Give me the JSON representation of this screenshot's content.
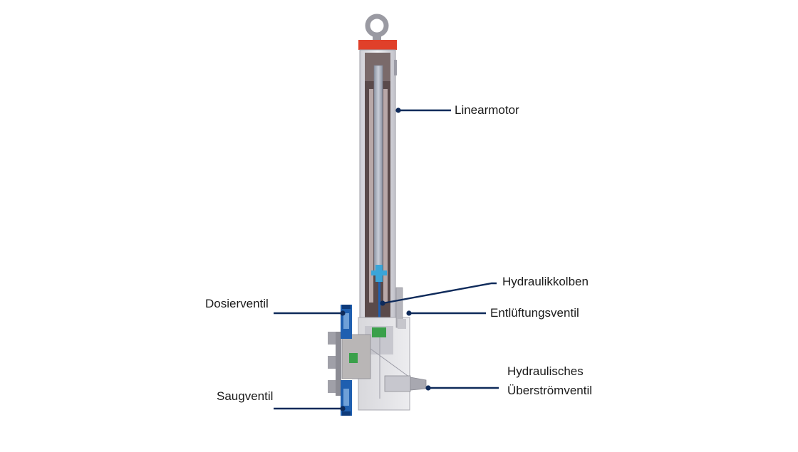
{
  "labels": {
    "linearmotor": "Linearmotor",
    "hydraulikkolben": "Hydraulikkolben",
    "entlueftungsventil": "Entlüftungsventil",
    "dosierventil": "Dosierventil",
    "saugventil": "Saugventil",
    "ueberstroem_line1": "Hydraulisches",
    "ueberstroem_line2": "Überströmventil"
  },
  "colors": {
    "leader": "#0e2a5a",
    "housing_dark": "#5a4a4a",
    "housing_mid": "#8a7a7a",
    "cap_red": "#e0402a",
    "rod_grey": "#aab0bd",
    "valve_blue": "#1f5fb0",
    "piston_cyan": "#3aa5d8",
    "seal_green": "#3aa04a"
  },
  "icons": [
    "lifting-eye-icon"
  ]
}
